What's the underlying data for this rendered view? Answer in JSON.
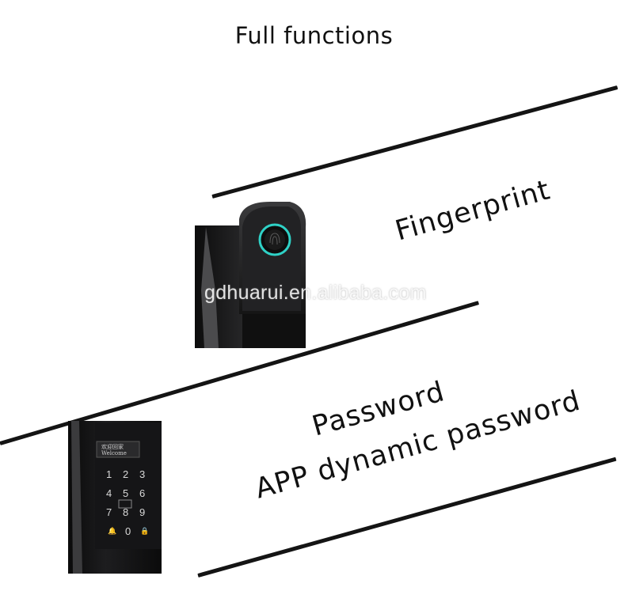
{
  "title": "Full functions",
  "features": {
    "fingerprint": "Fingerprint",
    "password": "Password",
    "app_password": "APP dynamic password"
  },
  "watermark": "gdhuarui.en.alibaba.com",
  "keypad": {
    "screen_line1": "欢迎回家",
    "screen_line2": "Welcome",
    "keys": [
      "1",
      "2",
      "3",
      "4",
      "5",
      "6",
      "7",
      "8",
      "9",
      "0"
    ]
  },
  "colors": {
    "stripe": "#141414",
    "lock_body": "#1c1c1e",
    "fingerprint_ring": "#2fd1c6"
  },
  "icons": [
    "fingerprint-icon",
    "bell-icon",
    "lock-icon"
  ]
}
